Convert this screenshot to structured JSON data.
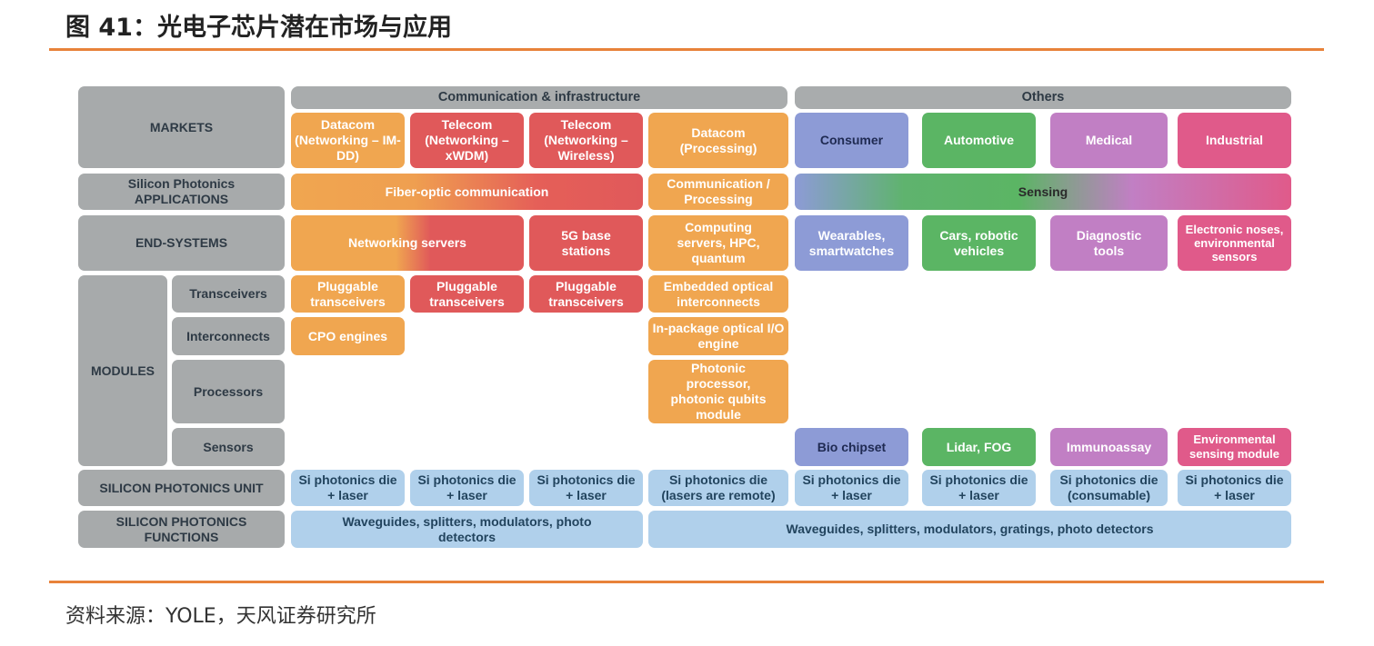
{
  "figure": {
    "title": "图 41：光电子芯片潜在市场与应用",
    "source": "资料来源：YOLE，天风证券研究所"
  },
  "colors": {
    "accent_rule": "#e8823a",
    "gray": "#a7aaab",
    "orange": "#f0a650",
    "red": "#e0595a",
    "light_blue": "#b0d0eb",
    "consumer": "#8d9bd6",
    "automotive": "#5bb564",
    "medical": "#c17fc4",
    "industrial": "#e05a8a"
  },
  "diagram": {
    "row_labels": {
      "markets": "MARKETS",
      "applications": "Silicon Photonics APPLICATIONS",
      "end_systems": "END-SYSTEMS",
      "modules": "MODULES",
      "unit": "SILICON PHOTONICS UNIT",
      "functions": "SILICON PHOTONICS FUNCTIONS"
    },
    "module_labels": {
      "transceivers": "Transceivers",
      "interconnects": "Interconnects",
      "processors": "Processors",
      "sensors": "Sensors"
    },
    "headers": {
      "comm": "Communication & infrastructure",
      "others": "Others"
    },
    "markets": {
      "datacom_net": "Datacom (Networking – IM-DD)",
      "telecom_xwdm": "Telecom (Networking – xWDM)",
      "telecom_wireless": "Telecom (Networking – Wireless)",
      "datacom_proc": "Datacom (Processing)",
      "consumer": "Consumer",
      "automotive": "Automotive",
      "medical": "Medical",
      "industrial": "Industrial"
    },
    "applications": {
      "fiber": "Fiber-optic communication",
      "comm_proc": "Communication / Processing",
      "sensing": "Sensing"
    },
    "end_systems": {
      "networking_servers": "Networking servers",
      "base_stations": "5G base stations",
      "computing": "Computing servers, HPC, quantum",
      "wearables": "Wearables, smartwatches",
      "cars": "Cars, robotic vehicles",
      "diagnostic": "Diagnostic tools",
      "electronic_noses": "Electronic noses, environmental sensors"
    },
    "transceivers": {
      "p1": "Pluggable transceivers",
      "p2": "Pluggable transceivers",
      "p3": "Pluggable transceivers",
      "embedded": "Embedded optical interconnects"
    },
    "interconnects": {
      "cpo": "CPO engines",
      "in_package": "In-package optical I/O engine"
    },
    "processors": {
      "photonic": "Photonic processor, photonic qubits module"
    },
    "sensors": {
      "bio": "Bio chipset",
      "lidar": "Lidar, FOG",
      "immuno": "Immunoassay",
      "env": "Environmental sensing module"
    },
    "unit": {
      "u1": "Si photonics die + laser",
      "u2": "Si photonics die + laser",
      "u3": "Si photonics die + laser",
      "u4": "Si photonics die (lasers are remote)",
      "u5": "Si photonics die + laser",
      "u6": "Si photonics die + laser",
      "u7": "Si photonics die (consumable)",
      "u8": "Si photonics die + laser"
    },
    "functions": {
      "f1": "Waveguides, splitters, modulators, photo detectors",
      "f2": "Waveguides, splitters, modulators, gratings, photo detectors"
    }
  }
}
